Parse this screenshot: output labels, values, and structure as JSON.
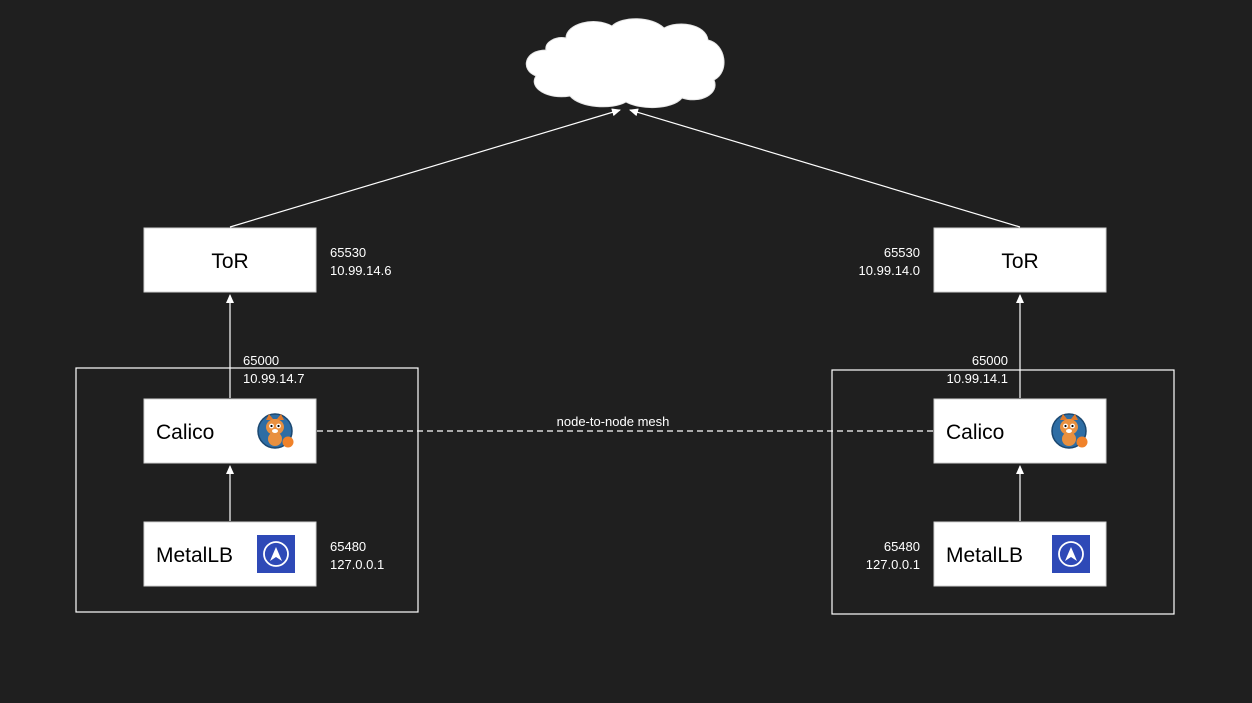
{
  "colors": {
    "background": "#1f1f1f",
    "node_fill": "#ffffff",
    "line": "#ffffff",
    "metallb_icon_bg": "#2e49b7",
    "calico_icon_bg": "#2e6da4",
    "calico_accent": "#f0822a"
  },
  "left": {
    "tor": {
      "label": "ToR",
      "asn": "65530",
      "ip": "10.99.14.6"
    },
    "calico": {
      "label": "Calico",
      "asn": "65000",
      "ip": "10.99.14.7",
      "icon": "calico-cat-icon"
    },
    "metallb": {
      "label": "MetalLB",
      "asn": "65480",
      "ip": "127.0.0.1",
      "icon": "metallb-arrow-icon"
    }
  },
  "right": {
    "tor": {
      "label": "ToR",
      "asn": "65530",
      "ip": "10.99.14.0"
    },
    "calico": {
      "label": "Calico",
      "asn": "65000",
      "ip": "10.99.14.1",
      "icon": "calico-cat-icon"
    },
    "metallb": {
      "label": "MetalLB",
      "asn": "65480",
      "ip": "127.0.0.1",
      "icon": "metallb-arrow-icon"
    }
  },
  "mesh": {
    "label": "node-to-node mesh"
  },
  "cloud": {
    "icon": "cloud-icon"
  }
}
